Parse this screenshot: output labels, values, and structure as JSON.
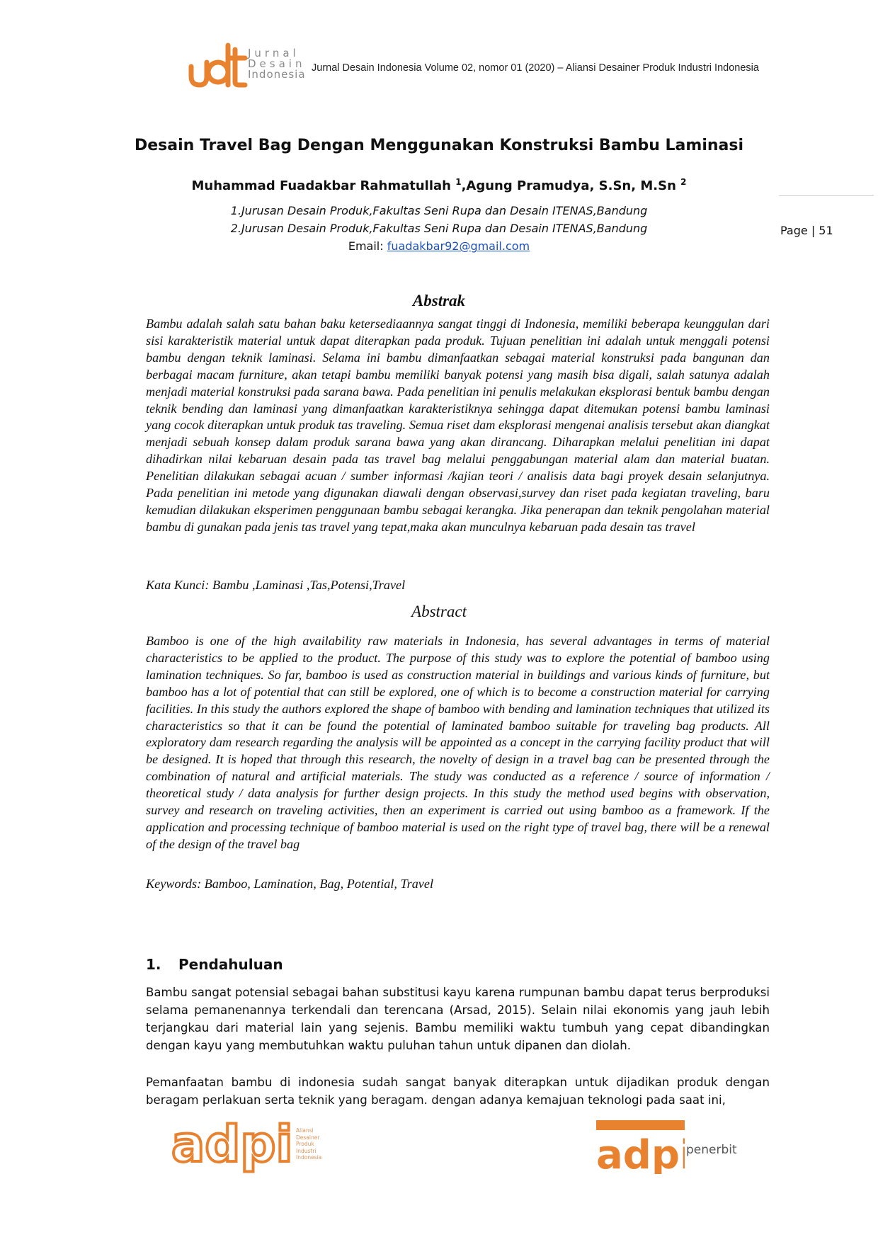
{
  "header": {
    "logo_word_1": "Jurnal",
    "logo_word_2": "Desain",
    "logo_word_3": "Indonesia",
    "journal_line": "Jurnal Desain Indonesia Volume 02, nomor 01 (2020) – Aliansi Desainer Produk Industri Indonesia"
  },
  "paper": {
    "title": "Desain Travel Bag Dengan Menggunakan Konstruksi Bambu Laminasi",
    "author1": "Muhammad Fuadakbar Rahmatullah ",
    "author1_sup": "1",
    "author2": ",Agung Pramudya, S.Sn, M.Sn ",
    "author2_sup": "2",
    "affiliation1": "1.Jurusan Desain Produk,Fakultas Seni Rupa dan Desain ITENAS,Bandung",
    "affiliation2": "2.Jurusan Desain Produk,Fakultas Seni Rupa dan Desain ITENAS,Bandung",
    "email_label": "Email: ",
    "email": "fuadakbar92@gmail.com",
    "page_label": "Page | 51"
  },
  "abstrak": {
    "title": "Abstrak",
    "text": "Bambu adalah salah satu bahan baku ketersediaannya sangat tinggi di Indonesia, memiliki beberapa keunggulan dari sisi karakteristik material untuk dapat diterapkan pada produk. Tujuan penelitian ini adalah untuk menggali potensi bambu dengan teknik laminasi. Selama ini bambu dimanfaatkan sebagai material konstruksi pada bangunan dan berbagai macam furniture, akan tetapi bambu memiliki banyak potensi yang masih bisa digali, salah satunya adalah menjadi material konstruksi pada sarana bawa. Pada penelitian ini penulis melakukan eksplorasi bentuk bambu dengan teknik bending dan laminasi yang dimanfaatkan karakteristiknya sehingga dapat ditemukan potensi bambu laminasi yang cocok diterapkan untuk produk tas traveling. Semua riset dam eksplorasi mengenai analisis tersebut akan diangkat menjadi sebuah konsep dalam produk sarana bawa yang akan dirancang. Diharapkan melalui penelitian ini dapat dihadirkan nilai kebaruan desain pada tas travel bag melalui penggabungan material alam dan material buatan. Penelitian dilakukan sebagai acuan / sumber informasi /kajian teori / analisis data bagi proyek desain selanjutnya. Pada penelitian ini metode yang digunakan diawali dengan observasi,survey dan riset pada kegiatan traveling, baru kemudian dilakukan eksperimen penggunaan bambu sebagai kerangka. Jika penerapan dan teknik pengolahan material bambu di gunakan pada jenis tas travel yang tepat,maka akan munculnya kebaruan pada desain tas travel",
    "keywords": "Kata Kunci: Bambu ,Laminasi ,Tas,Potensi,Travel"
  },
  "abstract": {
    "title": "Abstract",
    "text": "Bamboo is one of the high availability raw materials in Indonesia, has several advantages in terms of material characteristics to be applied to the product. The purpose of this study was to explore the potential of bamboo using lamination techniques. So far, bamboo is used as construction material in buildings and various kinds of furniture, but bamboo has a lot of potential that can still be explored, one of which is to become a construction material for carrying facilities. In this study the authors explored the shape of bamboo with bending and lamination techniques that utilized its characteristics so that it can be found the potential of laminated bamboo suitable for traveling bag products. All exploratory dam research regarding the analysis will be appointed as a concept in the carrying facility product that will be designed. It is hoped that through this research, the novelty of design in a travel bag can be presented through the combination of natural and artificial materials. The study was conducted as a reference / source of information / theoretical study / data analysis for further design projects. In this study the method used begins with observation, survey and research on traveling activities, then an experiment is carried out using bamboo as a framework. If the application and processing technique of bamboo material is used on the right type of travel bag, there will be a renewal of the design of the travel bag",
    "keywords": "Keywords: Bamboo, Lamination, Bag, Potential, Travel"
  },
  "section1": {
    "number": "1.",
    "title": "Pendahuluan",
    "paragraph1": "Bambu sangat potensial sebagai bahan substitusi kayu karena rumpunan bambu dapat terus berproduksi selama pemanenannya terkendali dan terencana (Arsad, 2015). Selain nilai ekonomis yang jauh lebih terjangkau dari material lain yang sejenis. Bambu memiliki waktu tumbuh yang cepat dibandingkan dengan kayu yang membutuhkan waktu puluhan tahun untuk dipanen dan diolah.",
    "paragraph2": "Pemanfaatan bambu di indonesia sudah sangat banyak diterapkan untuk dijadikan produk dengan beragam perlakuan serta teknik yang beragam. dengan adanya kemajuan teknologi pada saat ini,"
  },
  "footer": {
    "adpii_logo_text": "adpii",
    "adpii_side_1": "Aliansi",
    "adpii_side_2": "Desainer",
    "adpii_side_3": "Produk",
    "adpii_side_4": "Industri",
    "adpii_side_5": "Indonesia",
    "penerbit_logo_text": "adpii",
    "penerbit_label": "penerbit"
  },
  "colors": {
    "logo_orange": "#e8822f",
    "link_blue": "#1a4fbf"
  }
}
